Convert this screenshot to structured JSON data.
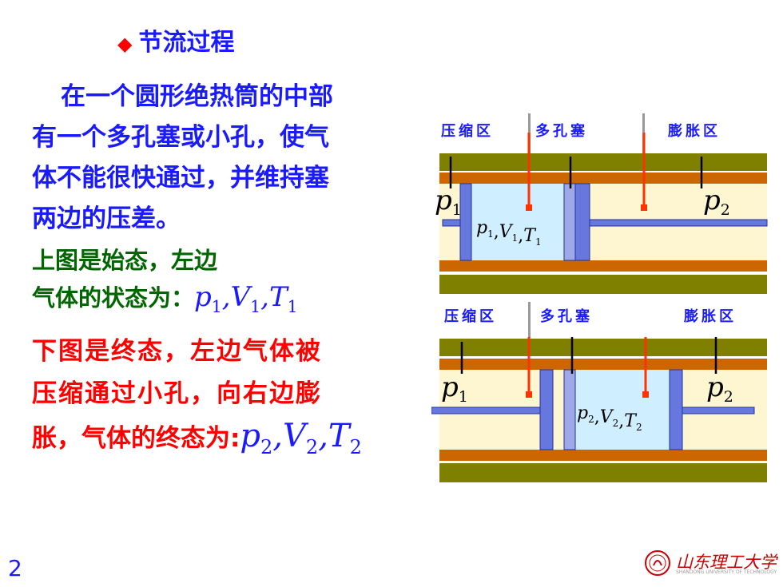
{
  "title": "节流过程",
  "paragraph": {
    "lines": [
      "在一个圆形绝热筒的中部",
      "有一个多孔塞或小孔，使气",
      "体不能很快通过，并维持塞",
      "两边的压差。"
    ]
  },
  "initial": {
    "line1": "上图是始态，左边",
    "line2": "气体的状态为：",
    "math": "p1,V1,T1"
  },
  "final": {
    "line1": "下图是终态，左边气体被",
    "line2": "压缩通过小孔，向右边膨",
    "line3": "胀，气体的终态为:",
    "math": "p2,V2,T2"
  },
  "diagram_top": {
    "label_compress": "压缩区",
    "label_plug": "多孔塞",
    "label_expand": "膨胀区",
    "p_left": "p1",
    "p_right": "p2",
    "state": "p1,V1,T1"
  },
  "diagram_bottom": {
    "label_compress": "压缩区",
    "label_plug": "多孔塞",
    "label_expand": "膨胀区",
    "p_left": "p1",
    "p_right": "p2",
    "state": "p2,V2,T2"
  },
  "page_number": "2",
  "logo": {
    "name": "山东理工大学",
    "subtitle": "SHANDONG UNIVERSITY OF TECHNOLOGY"
  },
  "colors": {
    "blue": "#1a1aff",
    "green": "#006600",
    "red": "#ff0000",
    "olive": "#808000",
    "orange": "#cc6600",
    "cream": "#fdf6d0",
    "gas": "#cfeeff",
    "piston": "#6677dd"
  }
}
